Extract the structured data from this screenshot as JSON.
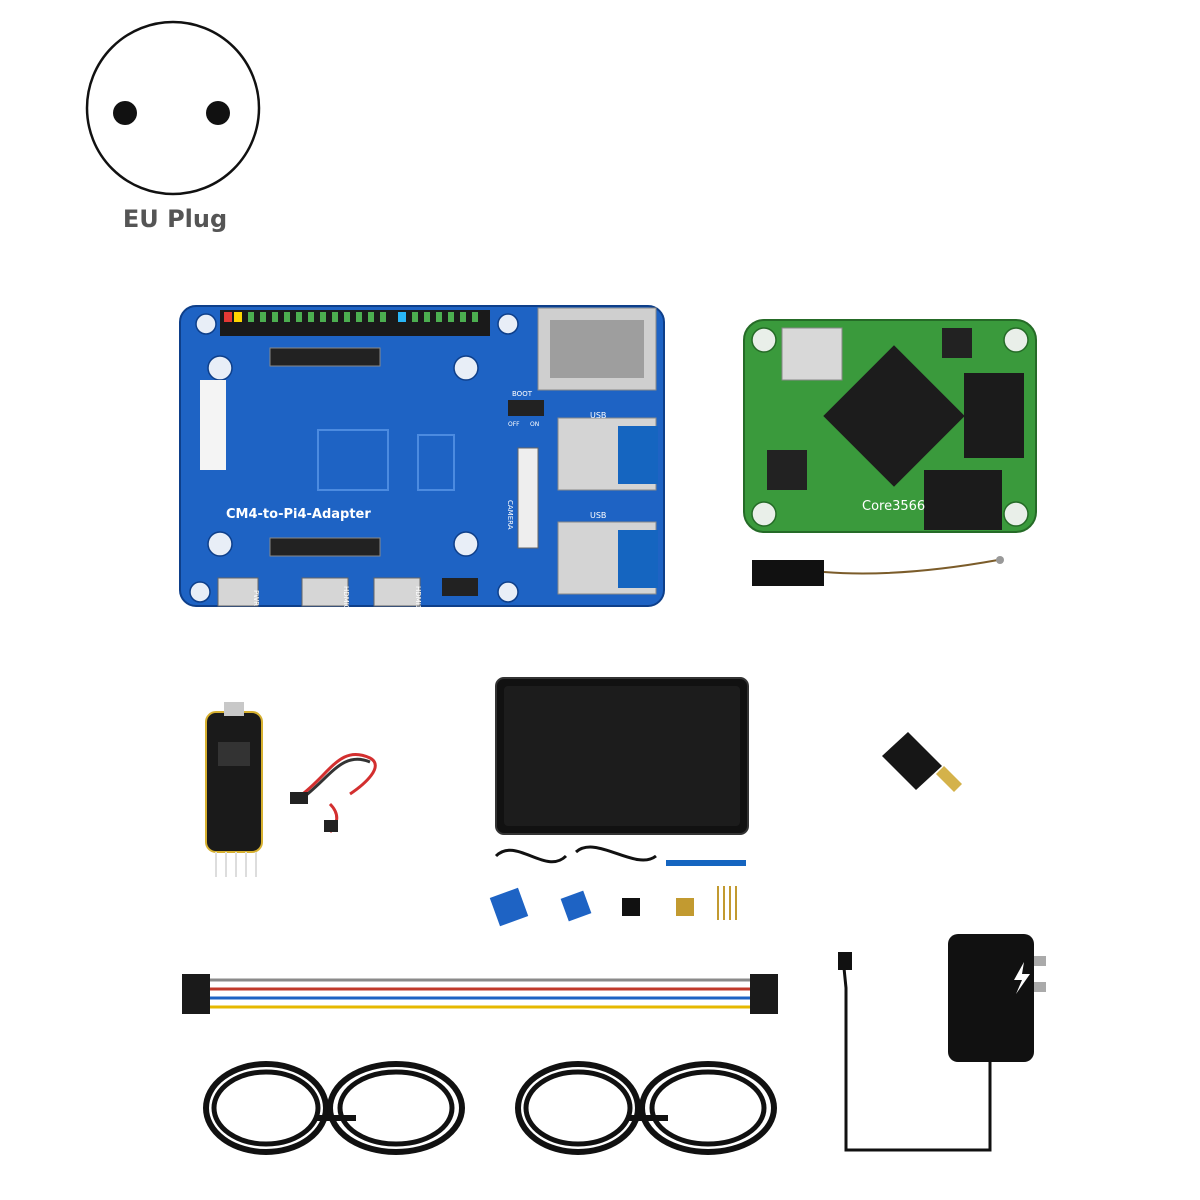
{
  "plug": {
    "label": "EU Plug"
  },
  "adapter_board": {
    "name_text": "CM4-to-Pi4-Adapter",
    "port_labels": {
      "usb_top": "USB",
      "usb_bottom": "USB",
      "camera": "CAMERA",
      "boot": "BOOT",
      "off": "OFF",
      "on": "ON",
      "pwr": "PWR",
      "hdmi0": "HDMI0",
      "hdmi1": "HDMI1"
    },
    "color": "#1e63c4"
  },
  "core_module": {
    "name_text": "Core3566",
    "color": "#3a9a3c"
  },
  "colors": {
    "board_blue": "#1e63c4",
    "module_green": "#3a9a3c",
    "screen_black": "#111111"
  }
}
